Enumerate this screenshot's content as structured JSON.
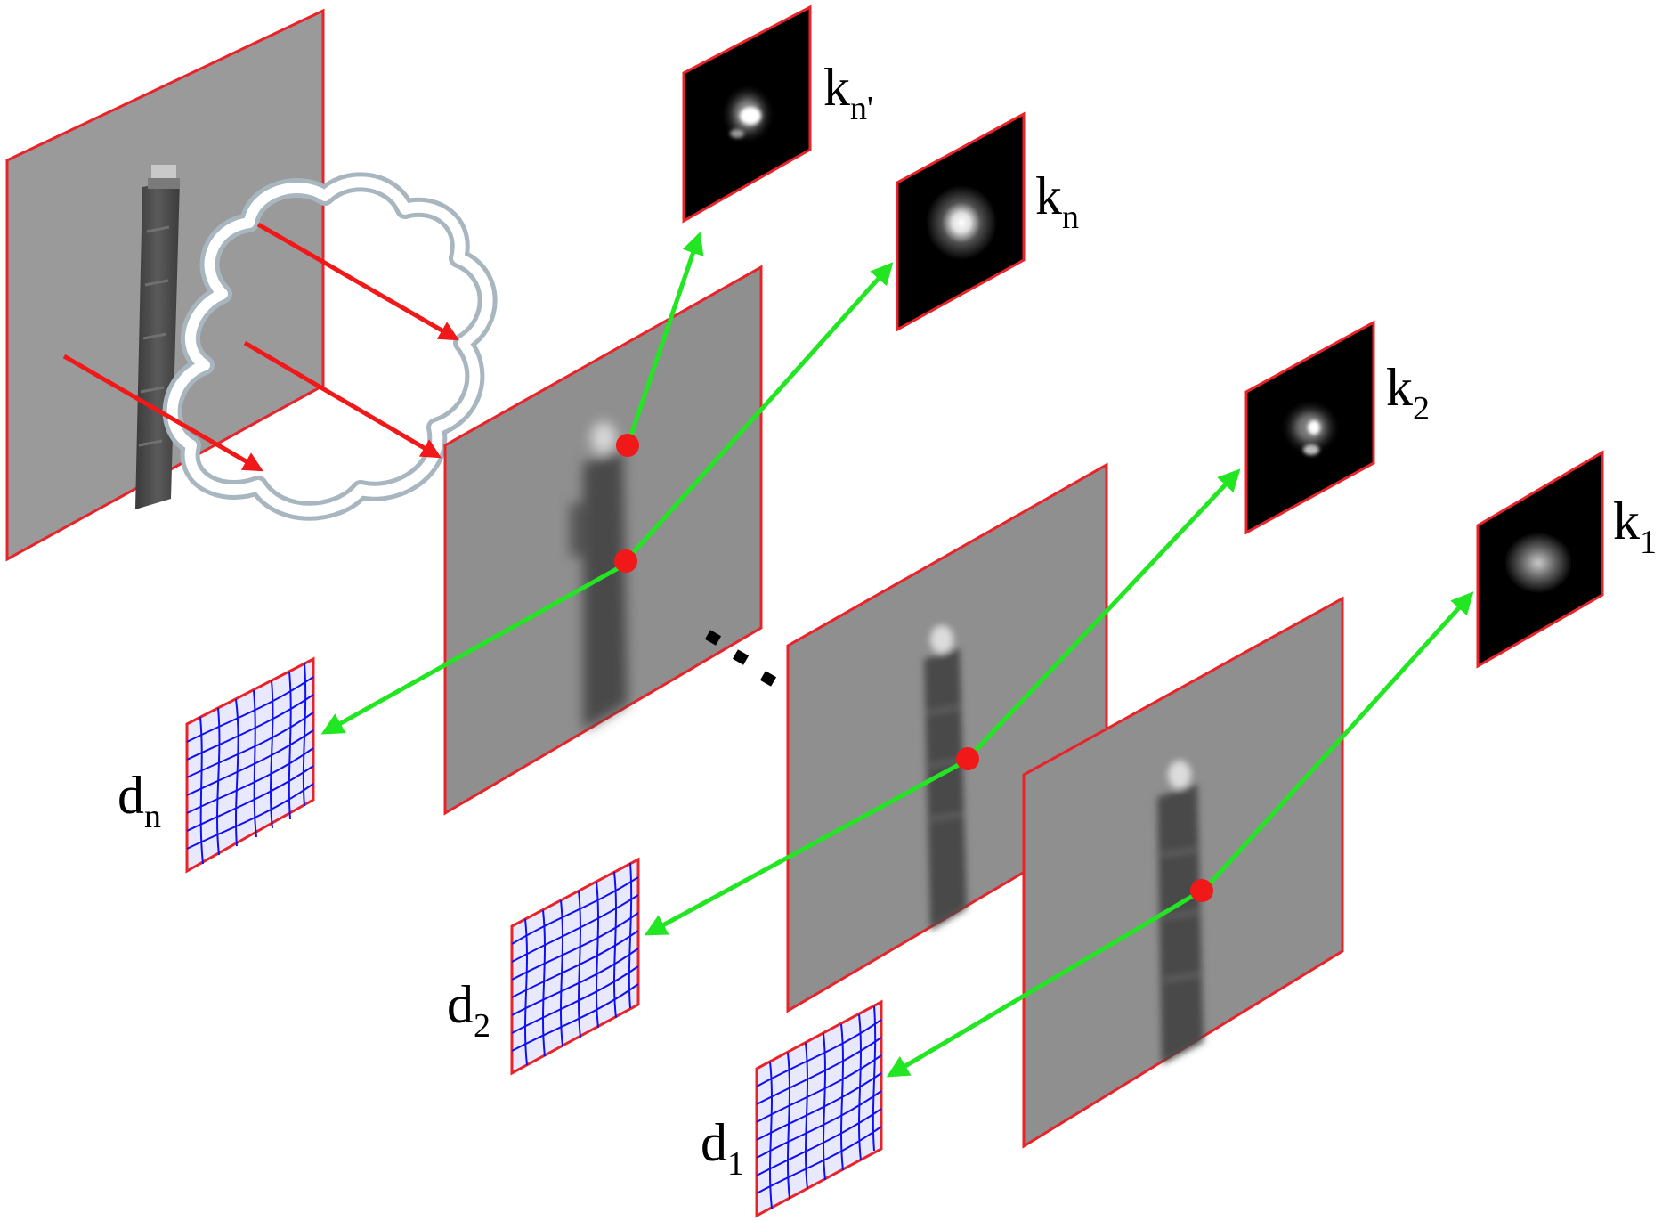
{
  "labels": {
    "k_n_prime": {
      "base": "k",
      "sub": "n'"
    },
    "k_n": {
      "base": "k",
      "sub": "n"
    },
    "k_2": {
      "base": "k",
      "sub": "2"
    },
    "k_1": {
      "base": "k",
      "sub": "1"
    },
    "d_n": {
      "base": "d",
      "sub": "n"
    },
    "d_2": {
      "base": "d",
      "sub": "2"
    },
    "d_1": {
      "base": "d",
      "sub": "1"
    }
  },
  "colors": {
    "frame_border": "#e8242a",
    "frame_fill": "#8f8f8f",
    "frame_fill_source": "#9a9a9a",
    "connector_arrow": "#22e622",
    "turbulence_arrow": "#f01818",
    "sample_point": "#f01818",
    "cloud_stroke": "#a7b6bf",
    "warp_grid": "#1010f0",
    "warp_fill": "#e8e8ff",
    "kernel_bg": "#000000",
    "ellipsis_dots": "#000000"
  },
  "icons": {
    "cloud": "turbulence-cloud-icon",
    "ellipsis": "ellipsis-dots-icon"
  }
}
